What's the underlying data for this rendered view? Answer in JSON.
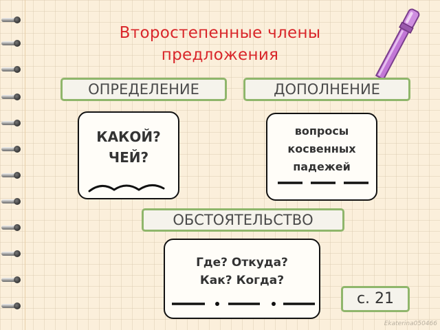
{
  "slide": {
    "title_line1": "Второстепенные  члены",
    "title_line2": "предложения",
    "colors": {
      "background": "#fbefdb",
      "title": "#d9262a",
      "box_border": "#8fb66b",
      "pen": "#c277d6"
    }
  },
  "boxes": {
    "opredelenie": {
      "label": "ОПРЕДЕЛЕНИЕ",
      "questions": [
        "КАКОЙ?",
        "ЧЕЙ?"
      ],
      "underline": "wavy-line"
    },
    "dopolnenie": {
      "label": "ДОПОЛНЕНИЕ",
      "questions": [
        "вопросы",
        "косвенных",
        "падежей"
      ],
      "underline": "dashed-line"
    },
    "obstoyatelstvo": {
      "label": "ОБСТОЯТЕЛЬСТВО",
      "questions": [
        "Где? Откуда?",
        "Как? Когда?"
      ],
      "underline": "dash-dot-line"
    }
  },
  "page_ref": "с. 21",
  "watermark": "Ekaterina050466",
  "icons": [
    "spiral-binding-icon",
    "pen-icon"
  ]
}
